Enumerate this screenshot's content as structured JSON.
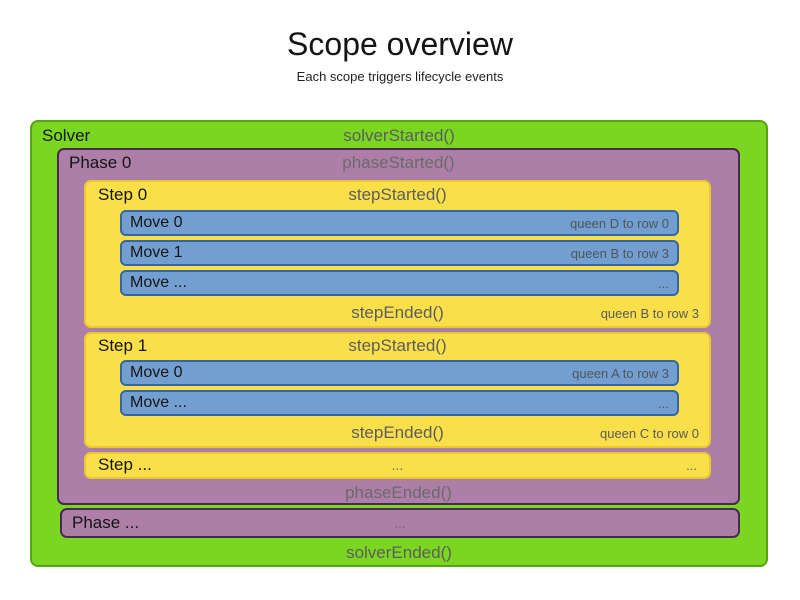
{
  "title": "Scope overview",
  "subtitle": "Each scope triggers lifecycle events",
  "colors": {
    "green": "#7bd622",
    "green_border": "#55a512",
    "purple": "#ad7fa8",
    "purple_border": "#472a50",
    "yellow": "#f9e04a",
    "yellow_border": "#e9c832",
    "blue": "#729fcf",
    "blue_border": "#3465a4",
    "label": "#141414",
    "lifecycle": "#5d5d5d",
    "note": "#5a5a5a"
  },
  "solver": {
    "label": "Solver",
    "started": "solverStarted()",
    "ended": "solverEnded()"
  },
  "phase0": {
    "label": "Phase 0",
    "started": "phaseStarted()",
    "ended": "phaseEnded()"
  },
  "phase_more": {
    "label": "Phase ...",
    "center": "..."
  },
  "steps": [
    {
      "label": "Step 0",
      "started": "stepStarted()",
      "ended": "stepEnded()",
      "ended_note": "queen B to row 3",
      "moves": [
        {
          "label": "Move 0",
          "note": "queen D to row 0"
        },
        {
          "label": "Move 1",
          "note": "queen B to row 3"
        },
        {
          "label": "Move ...",
          "note": "..."
        }
      ]
    },
    {
      "label": "Step 1",
      "started": "stepStarted()",
      "ended": "stepEnded()",
      "ended_note": "queen C to row 0",
      "moves": [
        {
          "label": "Move 0",
          "note": "queen A to row 3"
        },
        {
          "label": "Move ...",
          "note": "..."
        }
      ]
    },
    {
      "label": "Step ...",
      "center": "...",
      "right": "..."
    }
  ]
}
